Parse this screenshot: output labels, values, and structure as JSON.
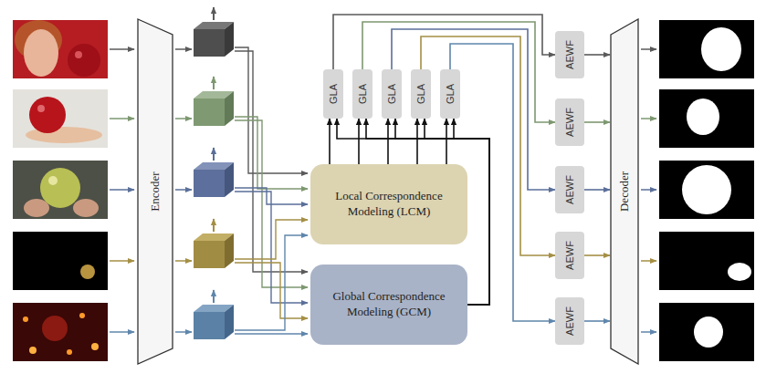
{
  "diagram": {
    "nodes": [
      {
        "text": [
          "Encoder"
        ]
      },
      {
        "text": [
          "Local Correspondence Modeling (LCM)"
        ]
      },
      {
        "text": [
          "Global Correspondence Modeling (GCM)"
        ]
      },
      {
        "text": [
          "GLA"
        ]
      },
      {
        "text": [
          "GLA"
        ]
      },
      {
        "text": [
          "GLA"
        ]
      },
      {
        "text": [
          "GLA"
        ]
      },
      {
        "text": [
          "GLA"
        ]
      },
      {
        "text": [
          "AEWF"
        ]
      },
      {
        "text": [
          "AEWF"
        ]
      },
      {
        "text": [
          "AEWF"
        ]
      },
      {
        "text": [
          "AEWF"
        ]
      },
      {
        "text": [
          "AEWF"
        ]
      },
      {
        "text": [
          "Decoder"
        ]
      }
    ],
    "edges": [
      {
        "from": 1,
        "to": 3,
        "arrow": "to"
      },
      {
        "from": 1,
        "to": 4,
        "arrow": "to"
      },
      {
        "from": 1,
        "to": 5,
        "arrow": "to"
      },
      {
        "from": 1,
        "to": 6,
        "arrow": "to"
      },
      {
        "from": 1,
        "to": 7,
        "arrow": "to"
      },
      {
        "from": 2,
        "to": 3,
        "arrow": "to"
      },
      {
        "from": 2,
        "to": 4,
        "arrow": "to"
      },
      {
        "from": 2,
        "to": 5,
        "arrow": "to"
      },
      {
        "from": 2,
        "to": 6,
        "arrow": "to"
      },
      {
        "from": 2,
        "to": 7,
        "arrow": "to"
      },
      {
        "from": 3,
        "to": 8,
        "arrow": "to"
      },
      {
        "from": 4,
        "to": 9,
        "arrow": "to"
      },
      {
        "from": 5,
        "to": 10,
        "arrow": "to"
      },
      {
        "from": 6,
        "to": 11,
        "arrow": "to"
      },
      {
        "from": 7,
        "to": 12,
        "arrow": "to"
      },
      {
        "from": 8,
        "to": 13,
        "arrow": "to"
      },
      {
        "from": 9,
        "to": 13,
        "arrow": "to"
      },
      {
        "from": 10,
        "to": 13,
        "arrow": "to"
      },
      {
        "from": 11,
        "to": 13,
        "arrow": "to"
      },
      {
        "from": 12,
        "to": 13,
        "arrow": "to"
      }
    ]
  }
}
